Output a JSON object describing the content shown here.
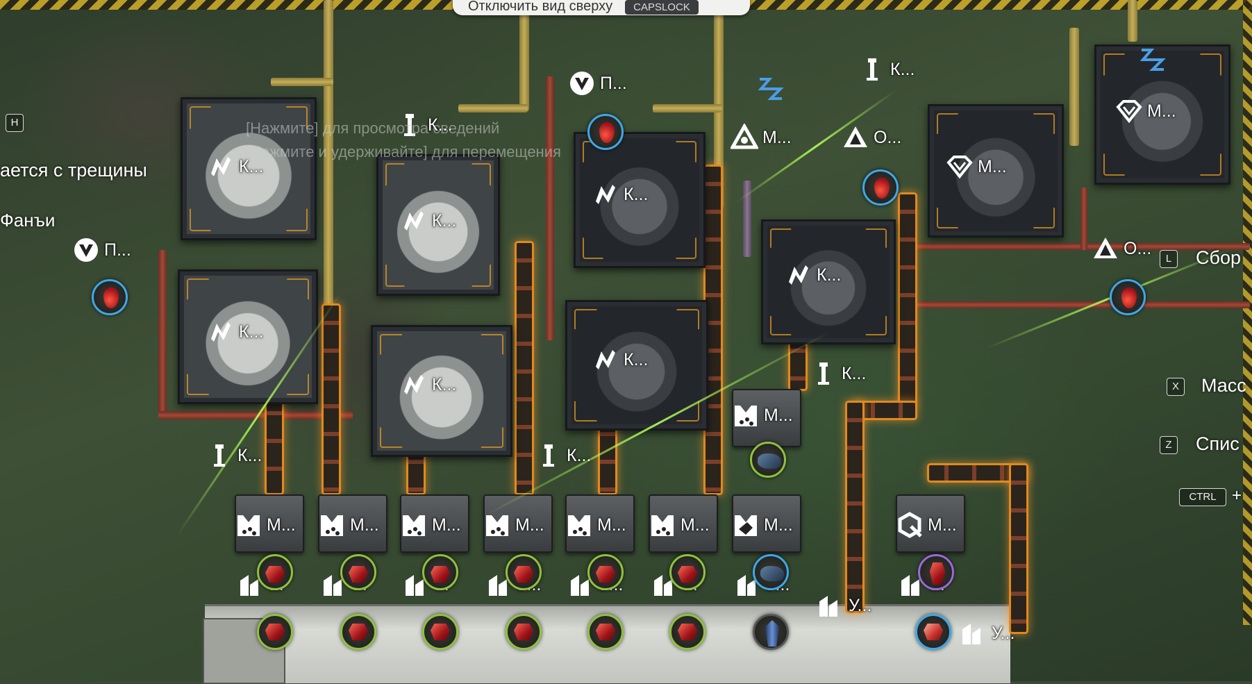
{
  "top_toggle": {
    "label": "Отключить вид сверху",
    "key": "CAPSLOCK"
  },
  "hint_overlay": {
    "line1": "[Нажмите] для просмотра сведений",
    "line2": "[Нажмите и удерживайте] для перемещения"
  },
  "left_panel": {
    "hotkey": "H",
    "status_text": "ается с трещины",
    "location_text": "Фанъи"
  },
  "right_panel": {
    "l_key": "L",
    "l_label": "Сбор",
    "x_key": "X",
    "x_label": "Масс",
    "z_key": "Z",
    "z_label": "Спис",
    "ctrl_key": "CTRL",
    "plus": "+"
  },
  "labels": {
    "k": "К...",
    "p": "П...",
    "m": "М...",
    "o": "О...",
    "u": "У...",
    "dots": "..."
  },
  "icons": {
    "crusher": "crusher-icon",
    "pump": "pump-icon",
    "pylon": "relay-tower-icon",
    "refinery": "refinery-icon",
    "miner": "miner-icon",
    "depot": "depot-icon",
    "sleep": "idle-zz-icon"
  },
  "colors": {
    "belt_glow": "#e08a1e",
    "ring_green": "#8fc23a",
    "ring_blue": "#3ca8ec",
    "ring_purple": "#9a6ad8",
    "hazard_yellow": "#c9a92a"
  }
}
